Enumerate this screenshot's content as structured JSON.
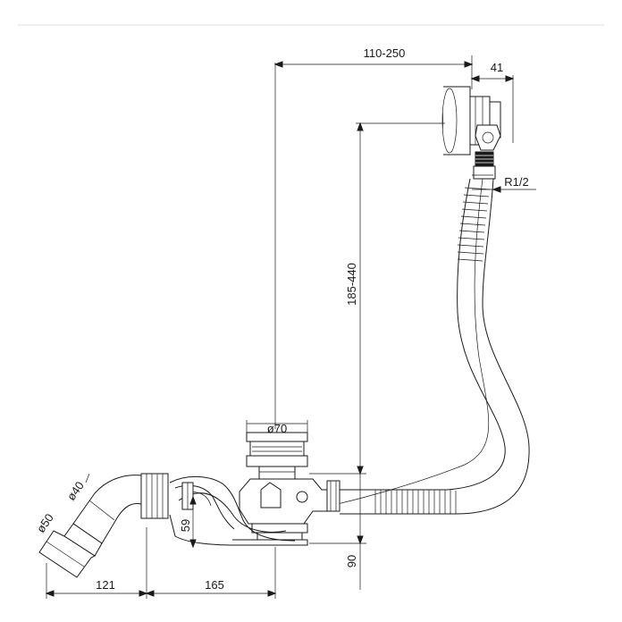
{
  "drawing": {
    "dimensions": {
      "horizontal_reach": "110-250",
      "overflow_depth": "41",
      "thread": "R1/2",
      "vertical_height": "185-440",
      "drain_diameter": "ø70",
      "pipe_diameter_inner": "ø40",
      "pipe_diameter_outer": "ø50",
      "trap_height": "59",
      "base_height": "90",
      "outlet_length": "121",
      "drain_offset": "165"
    }
  }
}
